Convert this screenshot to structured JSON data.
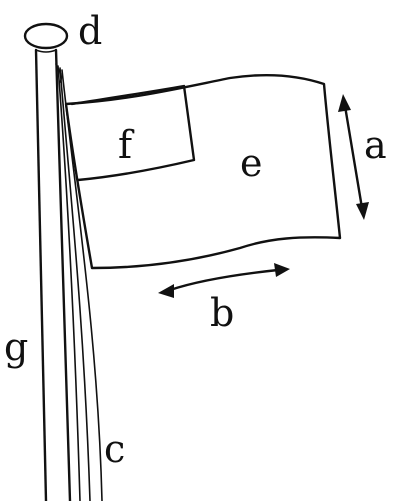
{
  "labels": {
    "a": "a",
    "b": "b",
    "c": "c",
    "d": "d",
    "e": "e",
    "f": "f",
    "g": "g"
  },
  "colors": {
    "ink": "#111111",
    "background": "#ffffff"
  }
}
